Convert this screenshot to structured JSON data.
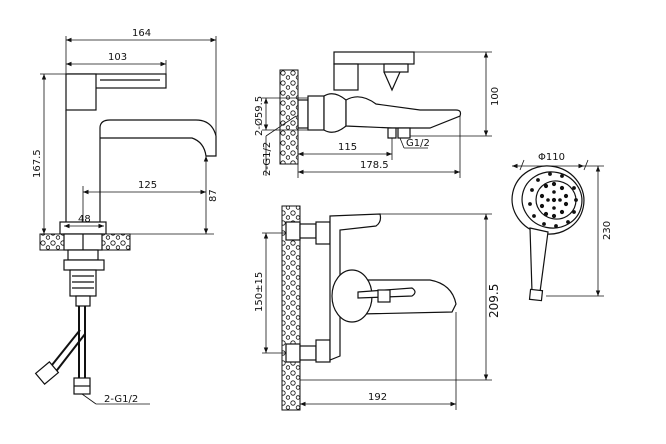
{
  "dimensions": {
    "basin_width_total": "164",
    "basin_spout_reach": "103",
    "basin_height": "167.5",
    "basin_spout_projection": "125",
    "basin_spout_height": "87",
    "basin_base_diameter": "48",
    "basin_hose_thread": "2-G1/2",
    "bath_height": "100",
    "bath_pipe_diameter": "2-Ø59.5",
    "bath_inlet_thread": "2-G1/2",
    "bath_spout_reach": "115",
    "bath_total_depth": "178.5",
    "bath_outlet_thread": "G1/2",
    "bath_centres": "150±15",
    "bath_front_height": "209.5",
    "bath_front_depth": "192",
    "shower_head_diameter": "Φ110",
    "shower_length": "230"
  }
}
